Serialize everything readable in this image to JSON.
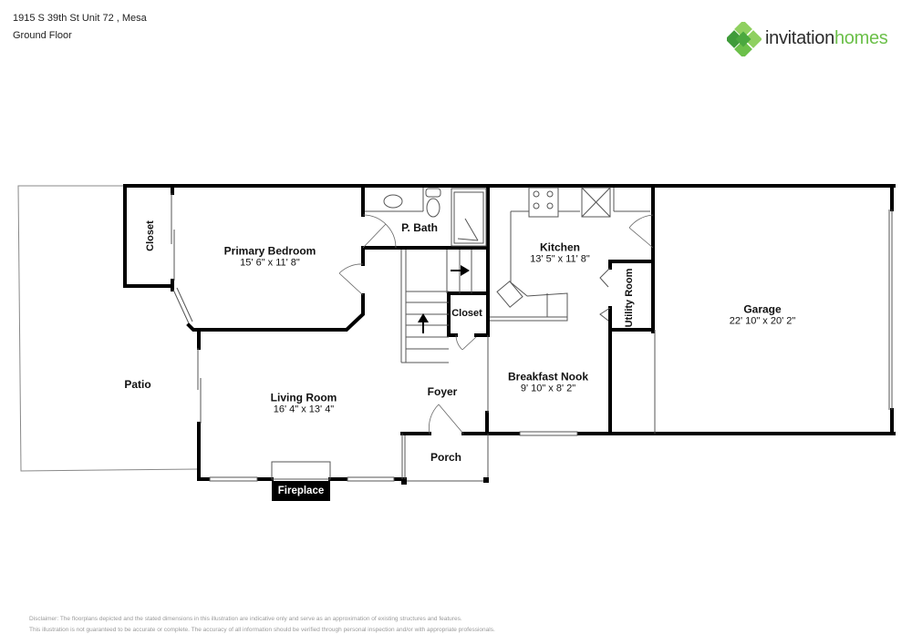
{
  "header": {
    "address": "1915 S 39th St Unit 72 , Mesa",
    "floor": "Ground Floor"
  },
  "logo": {
    "icon": "clover-diamond-logo-icon",
    "text_primary": "invitation",
    "text_secondary": "homes",
    "colors": {
      "dark": "#2b2b2b",
      "green": "#6cc04a",
      "green_dark": "#3f9b3a",
      "green_light": "#8fd060"
    }
  },
  "rooms": {
    "closet_bedroom": {
      "name": "Closet"
    },
    "primary_bedroom": {
      "name": "Primary Bedroom",
      "dims": "15' 6\" x 11' 8\""
    },
    "p_bath": {
      "name": "P. Bath"
    },
    "kitchen": {
      "name": "Kitchen",
      "dims": "13' 5\" x 11' 8\""
    },
    "utility_room": {
      "name": "Utility Room"
    },
    "garage": {
      "name": "Garage",
      "dims": "22' 10\" x 20' 2\""
    },
    "closet_stairs": {
      "name": "Closet"
    },
    "patio": {
      "name": "Patio"
    },
    "living_room": {
      "name": "Living Room",
      "dims": "16' 4\" x 13' 4\""
    },
    "foyer": {
      "name": "Foyer"
    },
    "breakfast_nook": {
      "name": "Breakfast Nook",
      "dims": "9' 10\" x 8' 2\""
    },
    "porch": {
      "name": "Porch"
    },
    "fireplace": {
      "name": "Fireplace"
    }
  },
  "disclaimer": {
    "line1": "Disclaimer: The floorplans depicted and the stated dimensions in this illustration are indicative only and serve as an approximation of existing structures and features.",
    "line2": "This illustration is not guaranteed to be accurate or complete. The accuracy of all information should be verified through personal inspection and/or with appropriate professionals."
  }
}
